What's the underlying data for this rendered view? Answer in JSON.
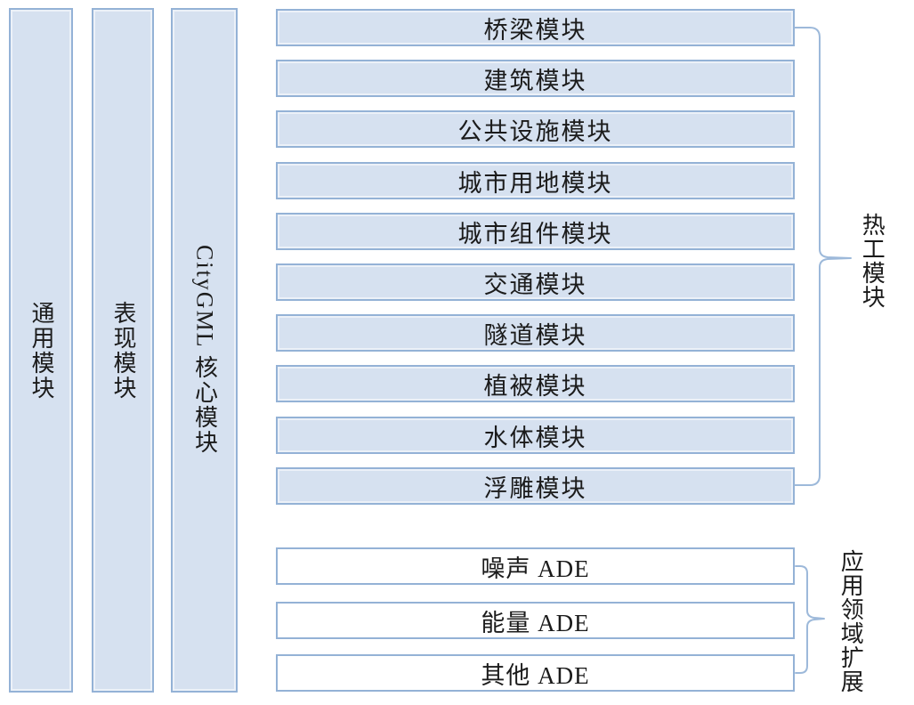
{
  "diagram": {
    "core_columns": [
      {
        "label": "通用模块"
      },
      {
        "label": "表现模块"
      },
      {
        "label": "CityGML 核心模块"
      }
    ],
    "thematic": {
      "group_label": "热工模块",
      "modules": [
        "桥梁模块",
        "建筑模块",
        "公共设施模块",
        "城市用地模块",
        "城市组件模块",
        "交通模块",
        "隧道模块",
        "植被模块",
        "水体模块",
        "浮雕模块"
      ]
    },
    "extensions": {
      "group_label": "应用领域扩展",
      "modules": [
        "噪声 ADE",
        "能量 ADE",
        "其他 ADE"
      ]
    }
  },
  "colors": {
    "bar_fill": "#d6e1f0",
    "bar_border": "#94b2d6",
    "ade_fill": "#ffffff",
    "connector": "#9db9da",
    "text": "#1b1b1b"
  }
}
